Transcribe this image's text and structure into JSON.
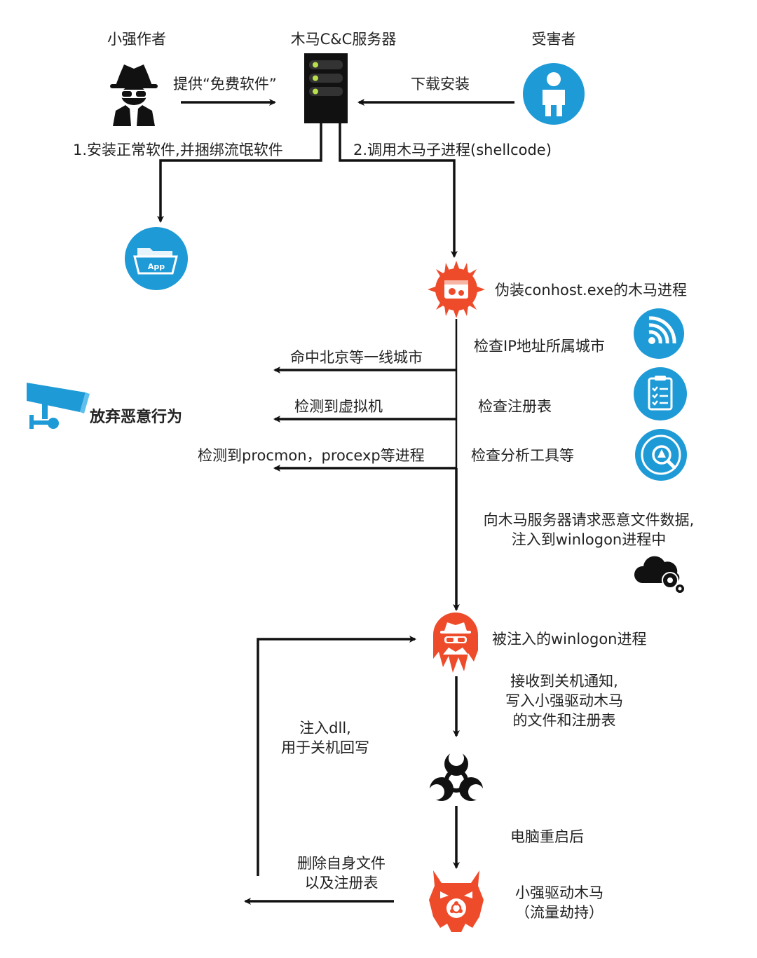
{
  "nodes": {
    "author": "小强作者",
    "server": "木马C&C服务器",
    "victim": "受害者",
    "disguised": "伪装conhost.exe的木马进程",
    "injected": "被注入的winlogon进程",
    "driver": [
      "小强驱动木马",
      "（流量劫持）"
    ]
  },
  "edges": {
    "provide": "提供“免费软件”",
    "download": "下载安装",
    "install_normal": "1.安装正常软件,并捆绑流氓软件",
    "call_sub": "2.调用木马子进程(shellcode)",
    "hit_city": "命中北京等一线城市",
    "detect_vm": "检测到虚拟机",
    "detect_tools": "检测到procmon，procexp等进程",
    "check_ip": "检查IP地址所属城市",
    "check_reg": "检查注册表",
    "check_tools": "检查分析工具等",
    "request_payload": [
      "向木马服务器请求恶意文件数据,",
      "注入到winlogon进程中"
    ],
    "shutdown_notice": [
      "接收到关机通知,",
      "写入小强驱动木马",
      "的文件和注册表"
    ],
    "inject_dll": [
      "注入dll,",
      "用于关机回写"
    ],
    "reboot": "电脑重启后",
    "delete_self": [
      "删除自身文件",
      "以及注册表"
    ],
    "abandon": "放弃恶意行为"
  },
  "icons": {
    "author": "spy-icon",
    "server": "server-icon",
    "victim": "user-icon",
    "app": "app-folder-icon",
    "app_text": "App",
    "trojan_process": "virus-gear-icon",
    "wifi": "wifi-icon",
    "clipboard": "clipboard-checklist-icon",
    "scan": "scan-search-icon",
    "cloud": "cloud-gear-icon",
    "winlogon": "infected-spy-icon",
    "biohazard": "biohazard-icon",
    "driver": "monster-biohazard-icon",
    "camera": "security-camera-icon"
  },
  "colors": {
    "blue": "#1e9ad6",
    "red": "#ee4b2b",
    "black": "#111111"
  }
}
